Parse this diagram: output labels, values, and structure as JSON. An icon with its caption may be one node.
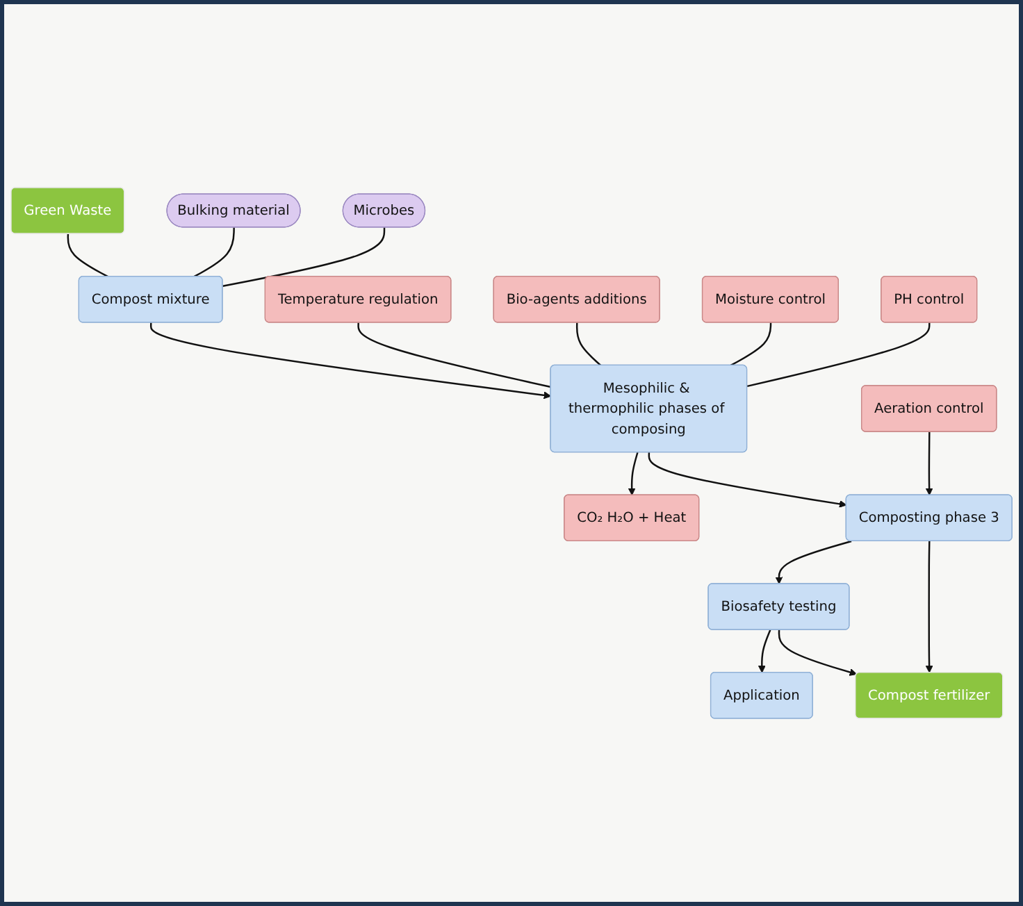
{
  "diagram": {
    "nodes": [
      {
        "text": [
          "Green Waste"
        ]
      },
      {
        "text": [
          "Bulking material"
        ]
      },
      {
        "text": [
          "Microbes"
        ]
      },
      {
        "text": [
          "Compost mixture"
        ]
      },
      {
        "text": [
          "Temperature regulation"
        ]
      },
      {
        "text": [
          "Mesophilic & thermophilic phases of composing"
        ]
      },
      {
        "text": [
          "Bio-agents additions"
        ]
      },
      {
        "text": [
          "Aeration control"
        ]
      },
      {
        "text": [
          "CO₂ H₂O + Heat"
        ]
      },
      {
        "text": [
          "Composting phase 3"
        ]
      },
      {
        "text": [
          "Moisture control"
        ]
      },
      {
        "text": [
          "Biosafety testing"
        ]
      },
      {
        "text": [
          "PH control"
        ]
      },
      {
        "text": [
          "Application"
        ]
      },
      {
        "text": [
          "Compost fertilizer"
        ]
      }
    ],
    "edges": [
      {
        "from": 0,
        "to": 3,
        "arrow": "none"
      },
      {
        "from": 1,
        "to": 3,
        "arrow": "none"
      },
      {
        "from": 2,
        "to": 3,
        "arrow": "none"
      },
      {
        "from": 3,
        "to": 5,
        "arrow": "to"
      },
      {
        "from": 4,
        "to": 5,
        "arrow": "none"
      },
      {
        "from": 6,
        "to": 5,
        "arrow": "none"
      },
      {
        "from": 10,
        "to": 5,
        "arrow": "none"
      },
      {
        "from": 12,
        "to": 5,
        "arrow": "none"
      },
      {
        "from": 5,
        "to": 8,
        "arrow": "to"
      },
      {
        "from": 5,
        "to": 9,
        "arrow": "to"
      },
      {
        "from": 7,
        "to": 9,
        "arrow": "to"
      },
      {
        "from": 9,
        "to": 11,
        "arrow": "to"
      },
      {
        "from": 9,
        "to": 14,
        "arrow": "to"
      },
      {
        "from": 11,
        "to": 13,
        "arrow": "to"
      },
      {
        "from": 11,
        "to": 14,
        "arrow": "to"
      }
    ]
  }
}
